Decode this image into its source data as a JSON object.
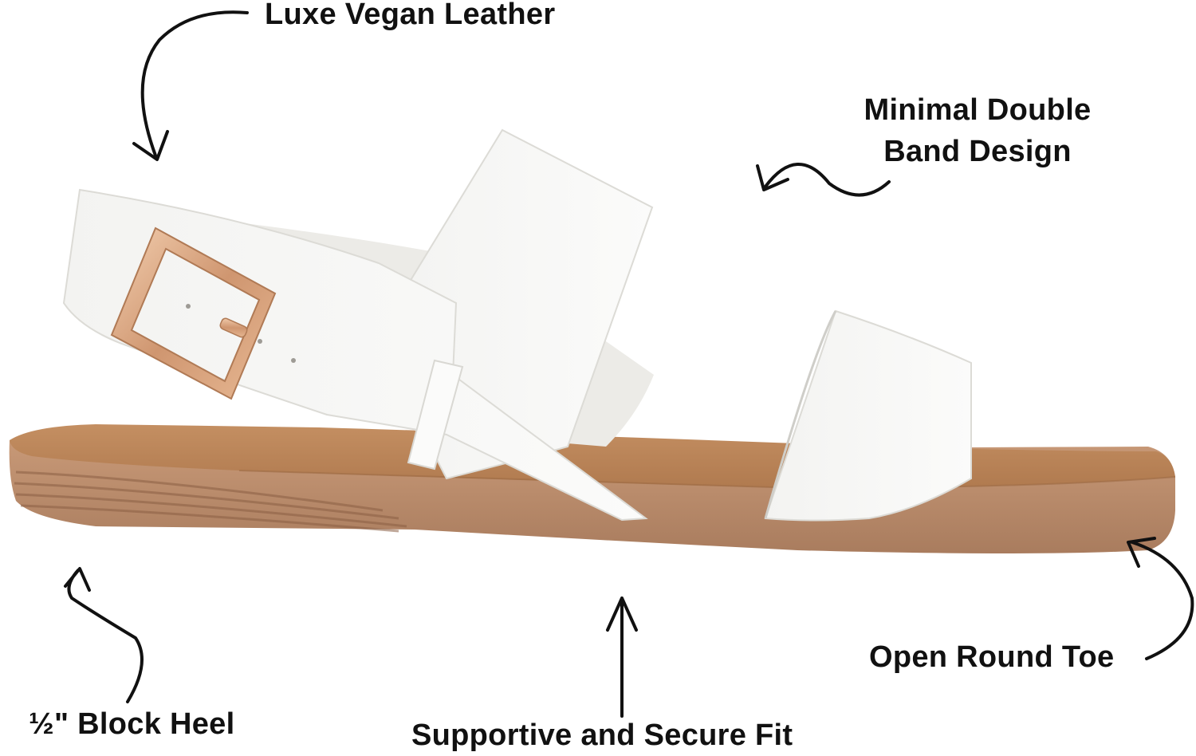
{
  "callouts": {
    "leather": "Luxe Vegan Leather",
    "band_line1": "Minimal Double",
    "band_line2": "Band Design",
    "heel": "½\" Block Heel",
    "fit": "Supportive and Secure Fit",
    "toe": "Open Round Toe"
  },
  "colors": {
    "strap_white": "#f7f7f5",
    "strap_shadow": "#e4e3df",
    "footbed": "#c08a5e",
    "sole": "#b8896a",
    "buckle": "#d9a77f",
    "text": "#111111"
  }
}
